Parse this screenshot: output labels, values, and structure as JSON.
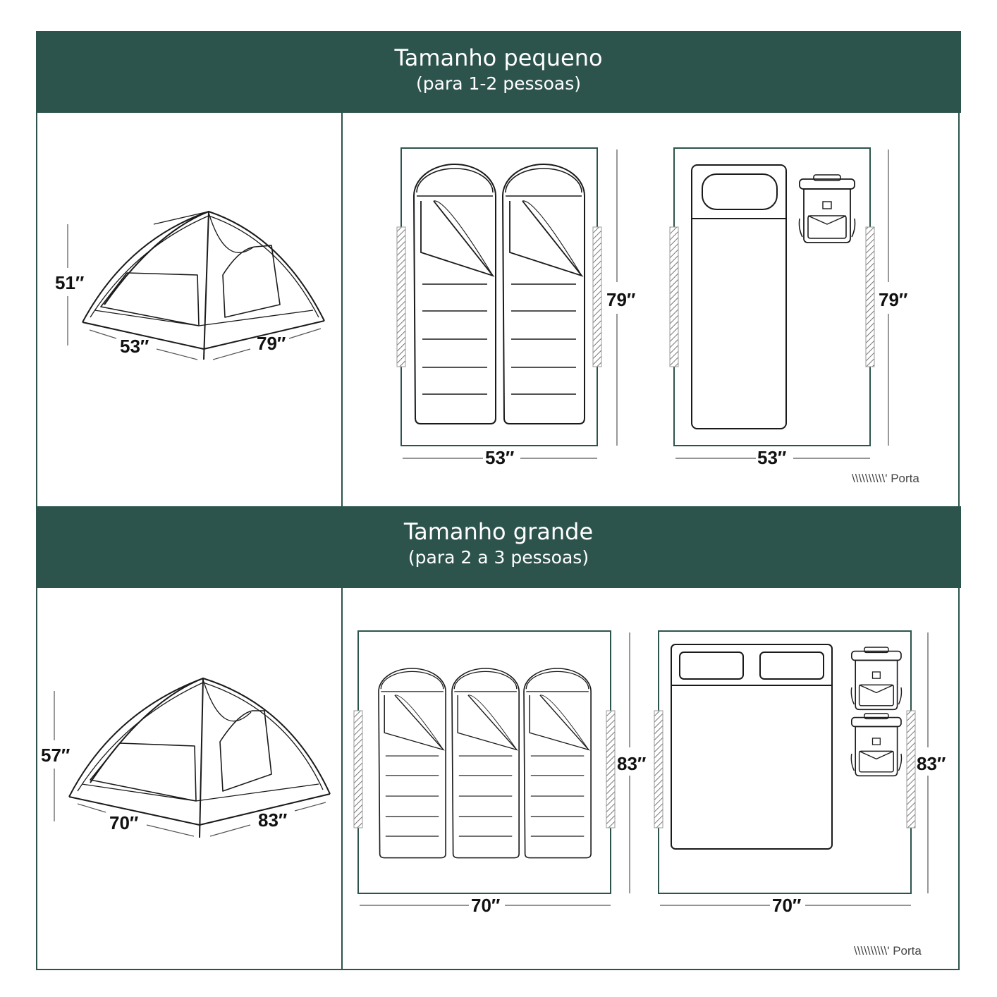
{
  "sections": [
    {
      "title": "Tamanho pequeno",
      "subtitle": "(para 1-2 pessoas)",
      "tent": {
        "height": "51″",
        "width": "53″",
        "length": "79″"
      },
      "layout_a": {
        "width": "53″",
        "length": "79″",
        "sleeping_bags": 2
      },
      "layout_b": {
        "width": "53″",
        "length": "79″",
        "mattress_pillows": 1,
        "backpacks": 1
      },
      "legend": "\\\\\\\\\\\\\\\\\\\\' Porta"
    },
    {
      "title": "Tamanho grande",
      "subtitle": "(para 2 a 3 pessoas)",
      "tent": {
        "height": "57″",
        "width": "70″",
        "length": "83″"
      },
      "layout_a": {
        "width": "70″",
        "length": "83″",
        "sleeping_bags": 3
      },
      "layout_b": {
        "width": "70″",
        "length": "83″",
        "mattress_pillows": 2,
        "backpacks": 2
      },
      "legend": "\\\\\\\\\\\\\\\\\\\\' Porta"
    }
  ],
  "colors": {
    "header_bg": "#2c544c",
    "header_text": "#ffffff",
    "line": "#2c544c",
    "drawing": "#1a1a1a"
  },
  "icons": [
    "tent-icon",
    "sleeping-bag-icon",
    "mattress-icon",
    "pillow-icon",
    "backpack-icon",
    "door-hatch-icon"
  ]
}
